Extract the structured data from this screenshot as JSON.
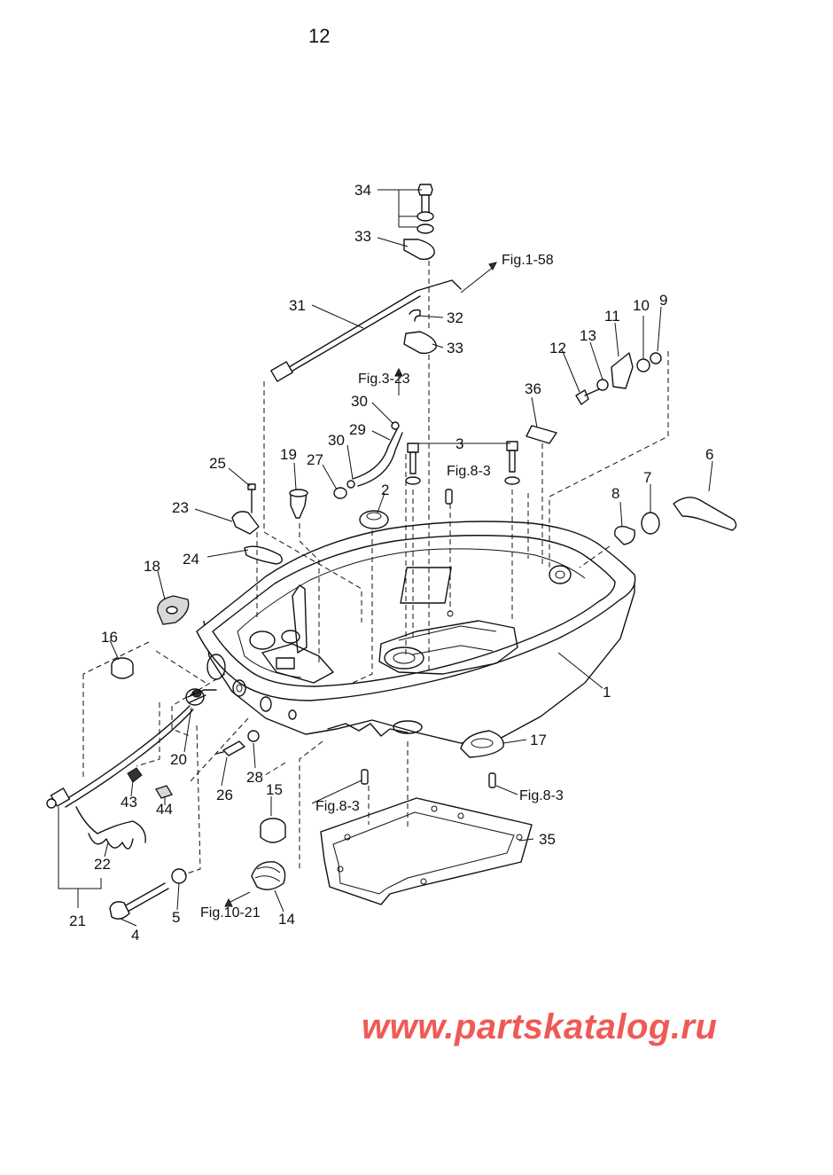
{
  "page": {
    "page_number": "12",
    "watermark": "www.partskatalog.ru"
  },
  "callouts": [
    "1",
    "2",
    "3",
    "4",
    "5",
    "6",
    "7",
    "8",
    "9",
    "10",
    "11",
    "12",
    "13",
    "14",
    "15",
    "16",
    "17",
    "18",
    "19",
    "20",
    "21",
    "22",
    "23",
    "24",
    "25",
    "26",
    "27",
    "28",
    "29",
    "30",
    "30",
    "31",
    "32",
    "33",
    "33",
    "34",
    "35",
    "36",
    "43",
    "44"
  ],
  "references": [
    "Fig.1-58",
    "Fig.3-23",
    "Fig.8-3",
    "Fig.8-3",
    "Fig.8-3",
    "Fig.10-21"
  ]
}
